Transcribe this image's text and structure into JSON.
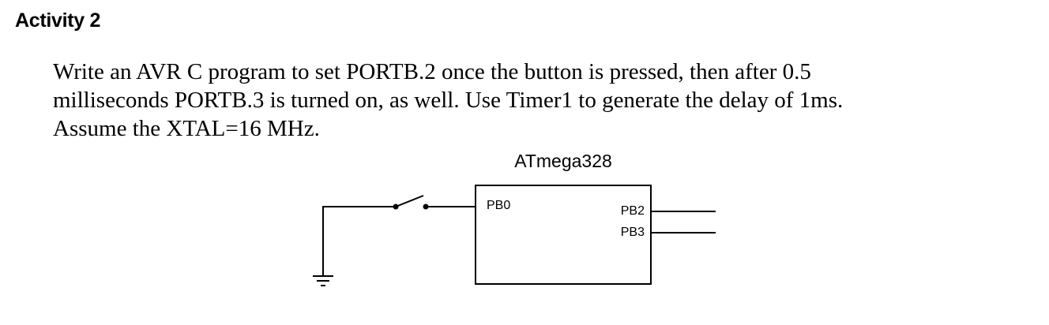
{
  "activity": {
    "title": "Activity 2"
  },
  "problem": {
    "lines": [
      "Write an AVR C program to set PORTB.2 once the button is pressed, then after 0.5",
      "milliseconds PORTB.3 is turned on, as well. Use Timer1 to generate the delay of 1ms.",
      "Assume the XTAL=16 MHz."
    ]
  },
  "circuit": {
    "chip_label": "ATmega328",
    "pins": {
      "input": "PB0",
      "output_1": "PB2",
      "output_2": "PB3"
    },
    "icons": [
      "push-button-switch-icon",
      "ground-symbol-icon"
    ]
  }
}
